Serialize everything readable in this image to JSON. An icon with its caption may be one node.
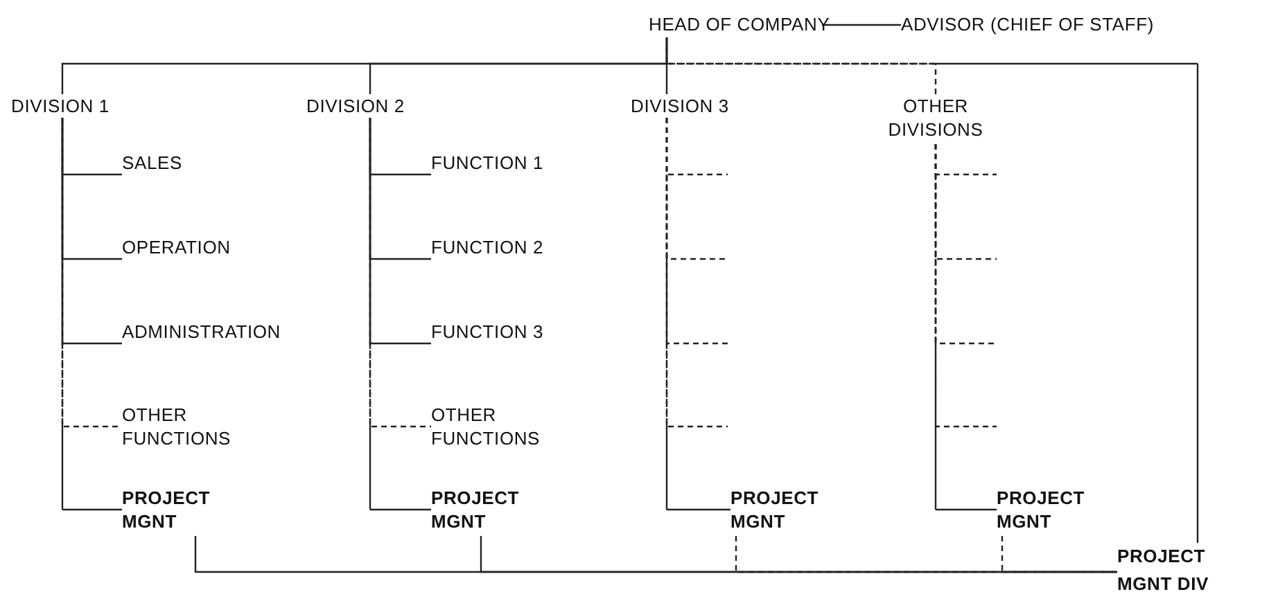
{
  "diagram": {
    "nodes": [
      {
        "text": [
          "HEAD OF COMPANY"
        ]
      },
      {
        "text": [
          "ADVISOR (CHIEF OF STAFF)"
        ]
      },
      {
        "text": [
          "DIVISION 1"
        ]
      },
      {
        "text": [
          "SALES"
        ]
      },
      {
        "text": [
          "OPERATION"
        ]
      },
      {
        "text": [
          "ADMINISTRATION"
        ]
      },
      {
        "text": [
          "OTHER FUNCTIONS"
        ]
      },
      {
        "text": [
          "PROJECT MGNT"
        ]
      },
      {
        "text": [
          "DIVISION 2"
        ]
      },
      {
        "text": [
          "FUNCTION 1"
        ]
      },
      {
        "text": [
          "FUNCTION 2"
        ]
      },
      {
        "text": [
          "FUNCTION 3"
        ]
      },
      {
        "text": [
          "OTHER FUNCTIONS"
        ]
      },
      {
        "text": [
          "PROJECT MGNT"
        ]
      },
      {
        "text": [
          "DIVISION 3"
        ]
      },
      {
        "text": [
          "PROJECT MGNT"
        ]
      },
      {
        "text": [
          "OTHER DIVISIONS"
        ]
      },
      {
        "text": [
          "PROJECT MGNT"
        ]
      },
      {
        "text": [
          "PROJECT MGNT DIV"
        ]
      }
    ],
    "edges": [
      {
        "from": 0,
        "to": 1,
        "arrow": "none"
      },
      {
        "from": 0,
        "to": 2,
        "arrow": "none"
      },
      {
        "from": 0,
        "to": 8,
        "arrow": "none"
      },
      {
        "from": 0,
        "to": 14,
        "arrow": "none"
      },
      {
        "from": 0,
        "to": 16,
        "arrow": "none",
        "style": "dashed"
      },
      {
        "from": 0,
        "to": 18,
        "arrow": "none",
        "style": "dashed"
      },
      {
        "from": 2,
        "to": 3,
        "arrow": "none"
      },
      {
        "from": 2,
        "to": 4,
        "arrow": "none"
      },
      {
        "from": 2,
        "to": 5,
        "arrow": "none"
      },
      {
        "from": 2,
        "to": 6,
        "arrow": "none",
        "style": "dashed"
      },
      {
        "from": 2,
        "to": 7,
        "arrow": "none",
        "style": "dashed"
      },
      {
        "from": 8,
        "to": 9,
        "arrow": "none"
      },
      {
        "from": 8,
        "to": 10,
        "arrow": "none"
      },
      {
        "from": 8,
        "to": 11,
        "arrow": "none"
      },
      {
        "from": 8,
        "to": 12,
        "arrow": "none",
        "style": "dashed"
      },
      {
        "from": 8,
        "to": 13,
        "arrow": "none",
        "style": "dashed"
      },
      {
        "from": 14,
        "to": null,
        "arrow": "none",
        "style": "dashed"
      },
      {
        "from": 14,
        "to": null,
        "arrow": "none",
        "style": "dashed"
      },
      {
        "from": 14,
        "to": null,
        "arrow": "none",
        "style": "dashed"
      },
      {
        "from": 14,
        "to": null,
        "arrow": "none",
        "style": "dashed"
      },
      {
        "from": 14,
        "to": 15,
        "arrow": "none",
        "style": "dashed"
      },
      {
        "from": 16,
        "to": null,
        "arrow": "none",
        "style": "dashed"
      },
      {
        "from": 16,
        "to": null,
        "arrow": "none",
        "style": "dashed"
      },
      {
        "from": 16,
        "to": null,
        "arrow": "none",
        "style": "dashed"
      },
      {
        "from": 16,
        "to": null,
        "arrow": "none",
        "style": "dashed"
      },
      {
        "from": 16,
        "to": 17,
        "arrow": "none",
        "style": "dashed"
      },
      {
        "from": 7,
        "to": 18,
        "arrow": "none"
      },
      {
        "from": 13,
        "to": 18,
        "arrow": "none"
      },
      {
        "from": 15,
        "to": 18,
        "arrow": "none",
        "style": "dashed"
      },
      {
        "from": 17,
        "to": 18,
        "arrow": "none",
        "style": "dashed"
      }
    ]
  }
}
